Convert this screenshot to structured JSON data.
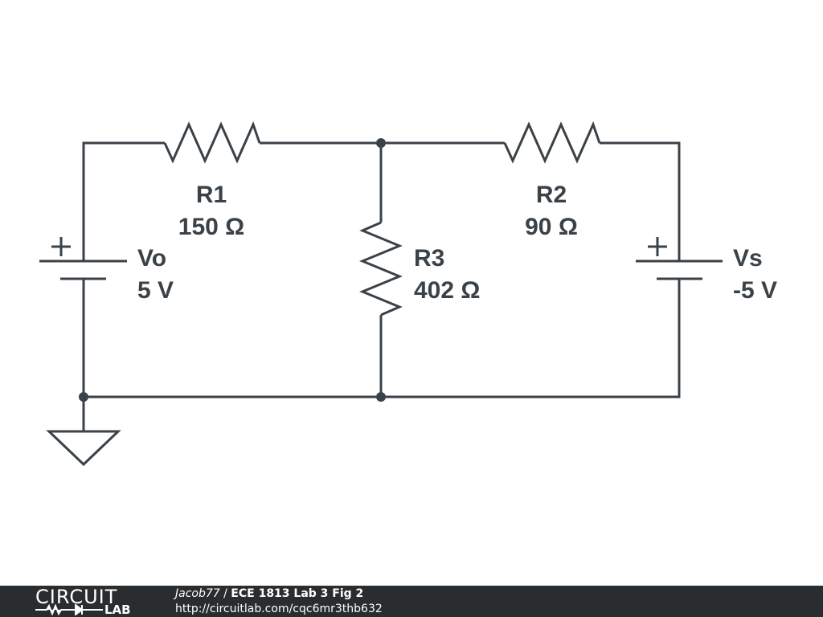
{
  "components": {
    "r1": {
      "name": "R1",
      "value": "150 Ω"
    },
    "r2": {
      "name": "R2",
      "value": "90 Ω"
    },
    "r3": {
      "name": "R3",
      "value": "402 Ω"
    },
    "vo": {
      "name": "Vo",
      "value": "5 V",
      "polarity": "+"
    },
    "vs": {
      "name": "Vs",
      "value": "-5 V",
      "polarity": "+"
    }
  },
  "footer": {
    "logo_top": "CIRCUIT",
    "logo_bottom": "LAB",
    "author": "Jacob77",
    "separator": "/",
    "title": "ECE 1813 Lab 3 Fig 2",
    "url": "http://circuitlab.com/cqc6mr3thb632"
  },
  "colors": {
    "wire": "#3a4248",
    "footer_bg": "#2a2d2f",
    "footer_text": "#ffffff"
  }
}
